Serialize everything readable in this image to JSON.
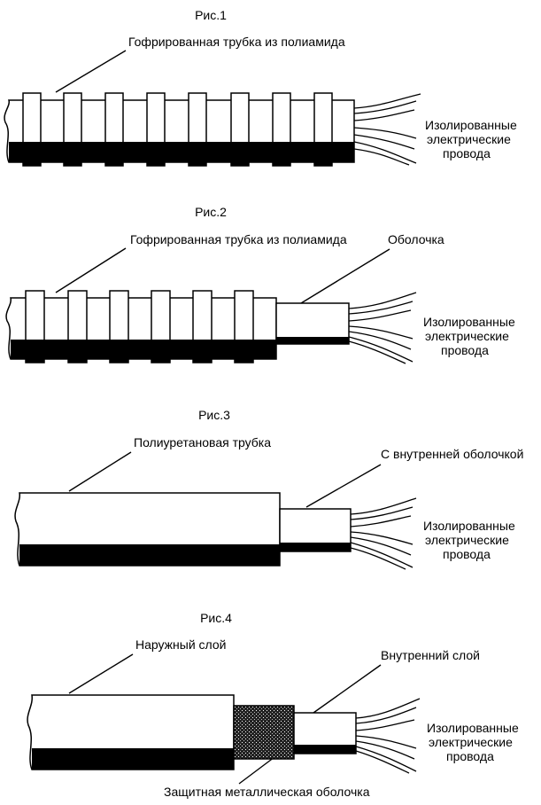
{
  "figures": [
    {
      "title": "Рис.1",
      "tube_label": "Гофрированная трубка из полиамида",
      "wires_label": [
        "Изолированные",
        "электрические",
        "провода"
      ]
    },
    {
      "title": "Рис.2",
      "tube_label": "Гофрированная трубка из полиамида",
      "sheath_label": "Оболочка",
      "wires_label": [
        "Изолированные",
        "электрические",
        "провода"
      ]
    },
    {
      "title": "Рис.3",
      "tube_label": "Полиуретановая трубка",
      "sheath_label": "С внутренней оболочкой",
      "wires_label": [
        "Изолированные",
        "электрические",
        "провода"
      ]
    },
    {
      "title": "Рис.4",
      "outer_label": "Наружный слой",
      "inner_label": "Внутренний слой",
      "shield_label": "Защитная металлическая оболочка",
      "wires_label": [
        "Изолированные",
        "электрические",
        "провода"
      ]
    }
  ]
}
